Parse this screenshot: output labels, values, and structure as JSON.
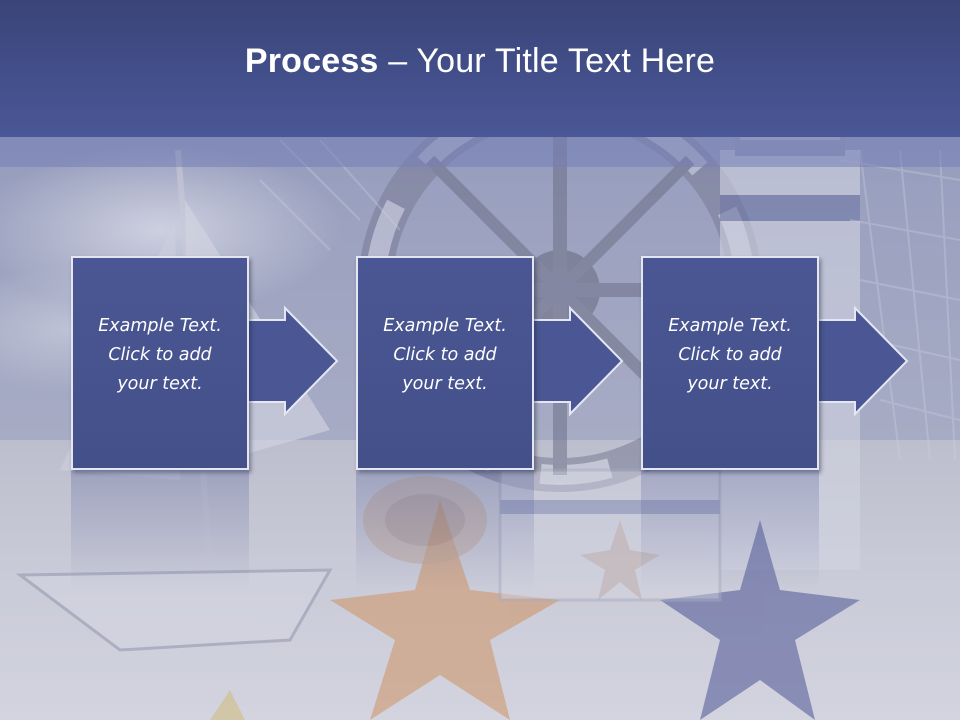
{
  "slide": {
    "title_bold": "Process",
    "title_rest": " – Your Title Text Here",
    "steps": [
      {
        "line1": "Example Text.",
        "line2": "Click  to add",
        "line3": "your text."
      },
      {
        "line1": "Example Text.",
        "line2": "Click  to add",
        "line3": "your text."
      },
      {
        "line1": "Example Text.",
        "line2": "Click  to add",
        "line3": "your text."
      }
    ]
  },
  "colors": {
    "header": "#434f8a",
    "step_fill": "#4a5794",
    "step_border": "#e4e7f2",
    "text": "#ffffff"
  },
  "icons": [
    "right-arrow-icon"
  ]
}
